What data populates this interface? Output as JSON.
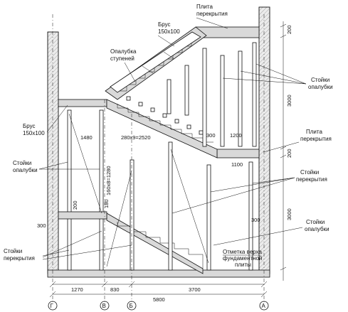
{
  "labels": {
    "slab_top": [
      "Плита",
      "перекрытия"
    ],
    "beam_top": [
      "Брус",
      "150x100"
    ],
    "step_formwork": [
      "Опалубка",
      "ступеней"
    ],
    "posts_formwork_right": [
      "Стойки",
      "опалубки"
    ],
    "slab_mid": [
      "Плита",
      "перекрытия"
    ],
    "beam_left": [
      "Брус",
      "150x100"
    ],
    "posts_formwork_left": [
      "Стойки",
      "опалубки"
    ],
    "posts_slab_right": [
      "Стойки",
      "перекрытия"
    ],
    "posts_formwork_bottom": [
      "Стойки",
      "опалубки"
    ],
    "posts_slab_left": [
      "Стойки",
      "перекрытия"
    ],
    "foundation_mark": [
      "Отметка верха",
      "фундаментной",
      "плиты"
    ]
  },
  "dimensions": {
    "d200_top": "200",
    "d3000_upper": "3000",
    "d200_mid": "200",
    "d3000_lower": "3000",
    "d1480": "1480",
    "d280x9": "280x9=2520",
    "d300_flight": "300",
    "d1200": "1200",
    "d1100": "1100",
    "d160x8": "160x8=1280",
    "d200_left": "200",
    "d180": "180",
    "d300_left": "300",
    "d300_right": "300",
    "bot_1270": "1270",
    "bot_830": "830",
    "bot_5800": "5800",
    "bot_3700": "3700"
  },
  "axes": [
    "Г",
    "В",
    "Б",
    "А"
  ]
}
